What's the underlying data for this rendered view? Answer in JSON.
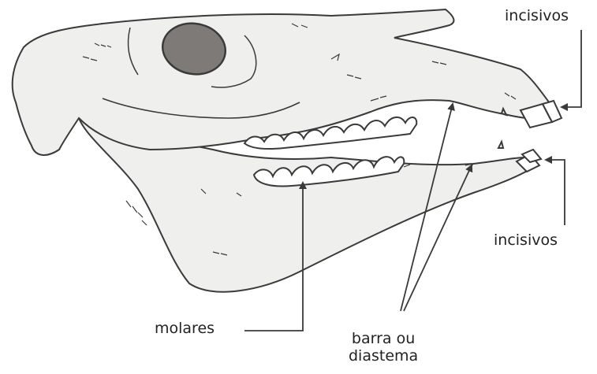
{
  "labels": {
    "incisivos_superior": "incisivos",
    "incisivos_inferior": "incisivos",
    "molares": "molares",
    "barra_line1": "barra ou",
    "barra_line2": "diastema"
  },
  "colors": {
    "bone_fill": "#efefed",
    "outline": "#3a3a3a",
    "orbit_fill": "#7d7a77",
    "text": "#222222"
  },
  "icons": {
    "arrow": "arrowhead"
  }
}
